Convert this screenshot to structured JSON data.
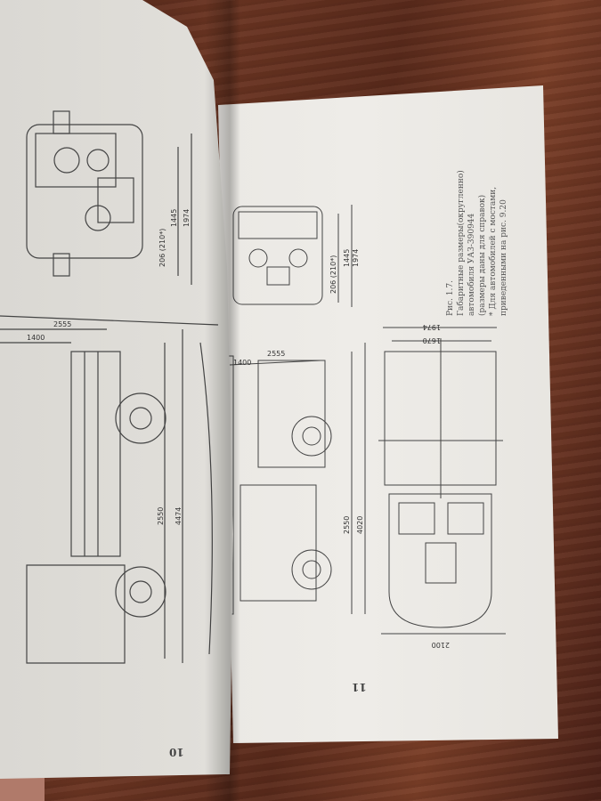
{
  "caption": {
    "figure": "Рис. 1.7.",
    "line1": "Габаритные размеры(округленно)",
    "line2": "автомобиля УАЗ-390944",
    "line3": "(размеры даны для справок)",
    "line4": "* Для автомобилей с мостами,",
    "line5": "приведенными на рис. 9.20"
  },
  "page_numbers": {
    "left": "10",
    "right": "11"
  },
  "left_dims": {
    "height": "1445",
    "width": "1974",
    "clearance": "206 (210*)",
    "rear": "2555",
    "overhang": "1400",
    "wheelbase": "2550",
    "length": "4474"
  },
  "right_dims": {
    "height": "1445",
    "width": "1974",
    "clearance": "206 (210*)",
    "rear": "2555",
    "overhang": "1400",
    "wheelbase": "2550",
    "length": "4020",
    "top_width": "1974",
    "track": "1670",
    "overall_width": "2100"
  }
}
